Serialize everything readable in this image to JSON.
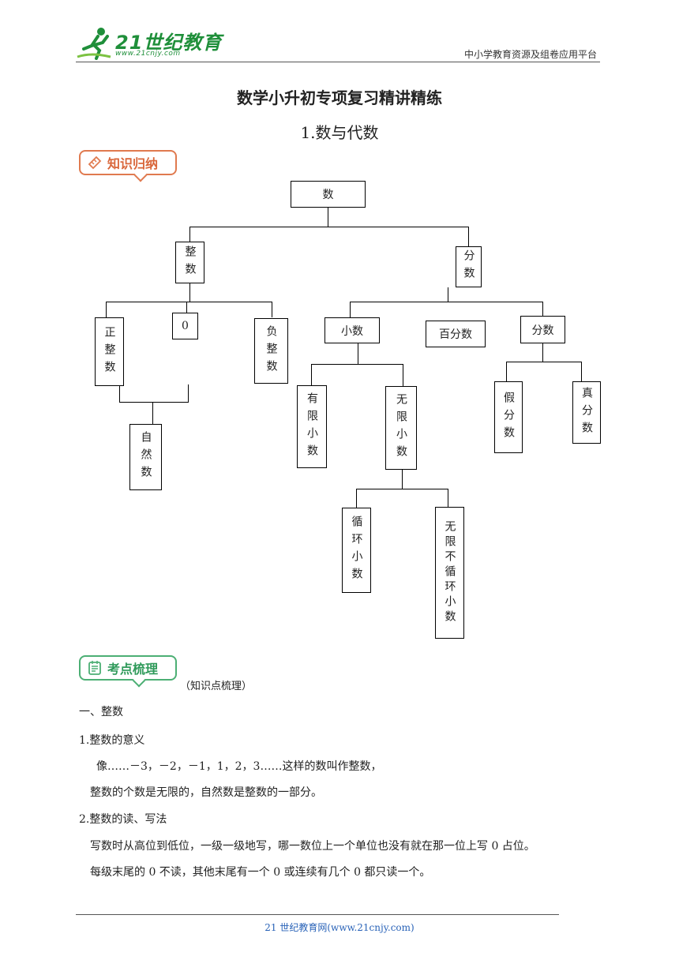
{
  "header": {
    "logo_text": "21世纪教育",
    "logo_url": "www.21cnjy.com",
    "platform": "中小学教育资源及组卷应用平台"
  },
  "title": "数学小升初专项复习精讲精练",
  "subtitle": "1.数与代数",
  "badges": {
    "knowledge": "知识归纳",
    "points": "考点梳理",
    "points_note": "（知识点梳理）"
  },
  "tree": {
    "root": "数",
    "integer": "整数",
    "fraction_top": "分数",
    "positive": "正整数",
    "zero": "0",
    "negative": "负整数",
    "natural": "自然数",
    "decimal": "小数",
    "percent": "百分数",
    "fraction": "分数",
    "finite": "有限小数",
    "infinite": "无限小数",
    "improper": "假分数",
    "proper": "真分数",
    "recurring": "循环小数",
    "nonrecurring": "无限不循环小数"
  },
  "content": {
    "section1": "一、整数",
    "item1": "1.整数的意义",
    "item1_line1": "像……－3，－2，－1，1，2，3……这样的数叫作整数，",
    "item1_line2": "整数的个数是无限的，自然数是整数的一部分。",
    "item2": "2.整数的读、写法",
    "item2_line1": "写数时从高位到低位，一级一级地写，哪一数位上一个单位也没有就在那一位上写 0 占位。",
    "item2_line2": "每级末尾的 0 不读，其他末尾有一个 0 或连续有几个 0 都只读一个。"
  },
  "footer": "21 世纪教育网(www.21cnjy.com)",
  "colors": {
    "orange": "#e07a4f",
    "green": "#4caf74",
    "brand": "#1f8f3a",
    "footer": "#2a63b8"
  }
}
